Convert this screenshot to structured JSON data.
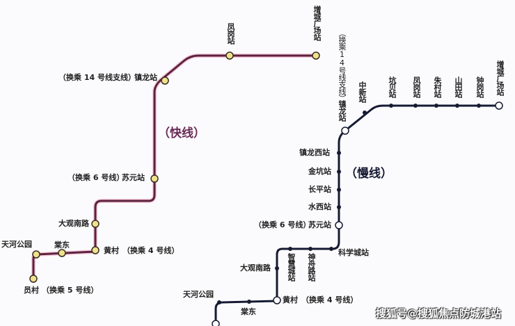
{
  "fast_line": {
    "title": "（快线）",
    "color": "#5b2340",
    "stations": [
      {
        "name": "增城广场站"
      },
      {
        "name": "凤岗站"
      },
      {
        "name": "镇龙站",
        "note": "（换乘 14 号线支线）"
      },
      {
        "name": "苏元站",
        "note": "（换乘 6 号线）"
      },
      {
        "name": "大观南路"
      },
      {
        "name": "黄村",
        "note": "（换乘 4 号线）"
      },
      {
        "name": "棠东"
      },
      {
        "name": "天河公园"
      },
      {
        "name": "员村",
        "note": "（换乘 5 号线）"
      }
    ]
  },
  "slow_line": {
    "title": "（慢线）",
    "color": "#161a33",
    "stations": [
      {
        "name": "增城广场站"
      },
      {
        "name": "钟岗站"
      },
      {
        "name": "山田站"
      },
      {
        "name": "朱村站"
      },
      {
        "name": "凤岗站"
      },
      {
        "name": "坑贝站"
      },
      {
        "name": "中新站"
      },
      {
        "name": "镇龙站",
        "note": "（换乘14号线支线）"
      },
      {
        "name": "镇龙西站"
      },
      {
        "name": "金坑站"
      },
      {
        "name": "长平站"
      },
      {
        "name": "水西站"
      },
      {
        "name": "苏元站",
        "note": "（换乘 6 号线）"
      },
      {
        "name": "科学城站"
      },
      {
        "name": "神舟路站"
      },
      {
        "name": "智慧城站"
      },
      {
        "name": "大观南路"
      },
      {
        "name": "黄村",
        "note": "（换乘 4 号线）"
      },
      {
        "name": "棠东"
      },
      {
        "name": "天河公园"
      }
    ]
  },
  "watermark": "搜狐号@搜狐焦点防城港站"
}
